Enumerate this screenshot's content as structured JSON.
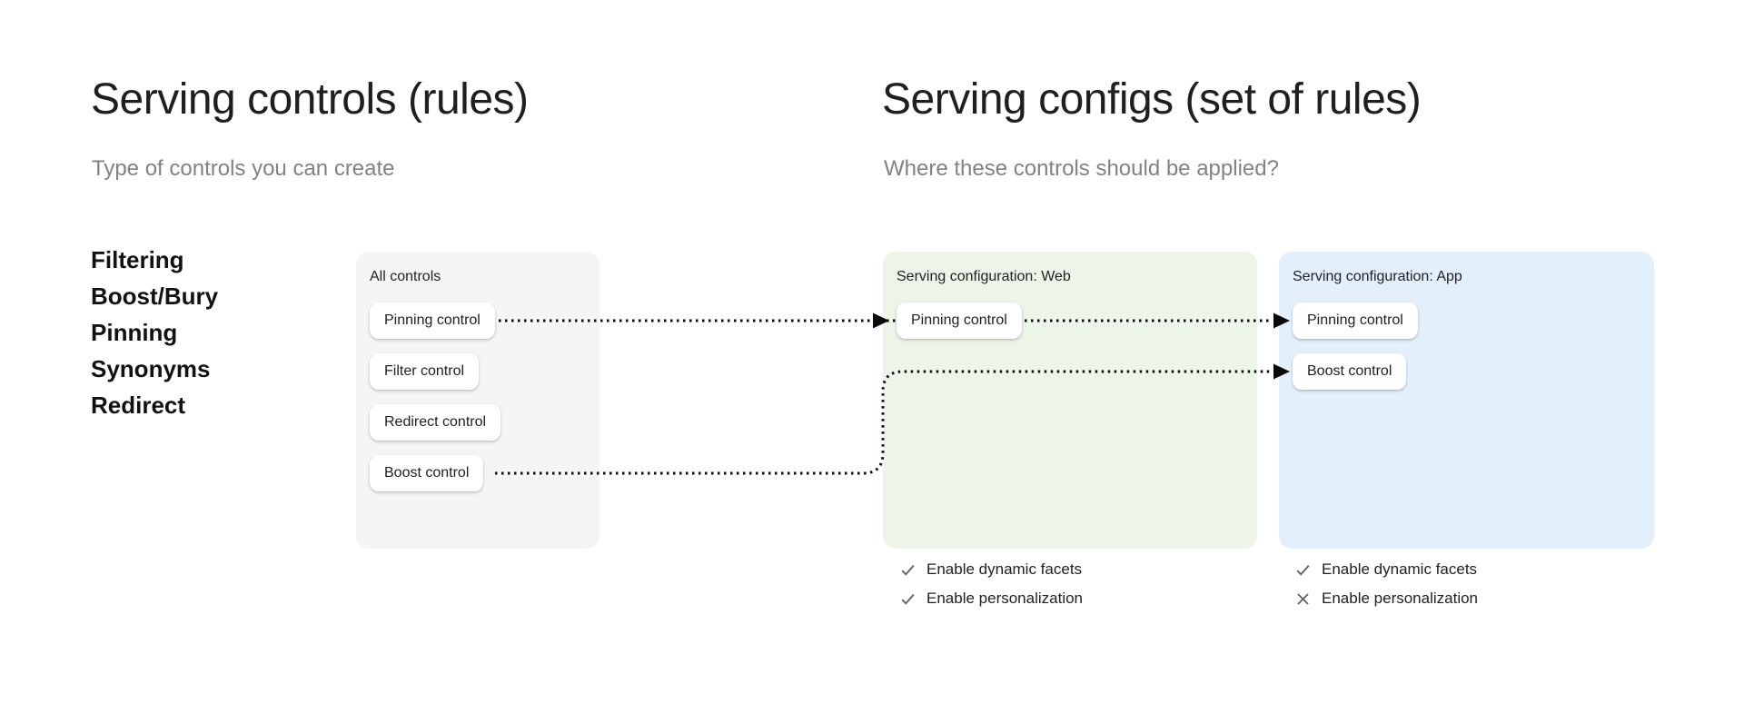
{
  "left_section": {
    "title": "Serving controls (rules)",
    "subtitle": "Type of controls you can create",
    "control_types": [
      "Filtering",
      "Boost/Bury",
      "Pinning",
      "Synonyms",
      "Redirect"
    ]
  },
  "right_section": {
    "title": "Serving configs (set of rules)",
    "subtitle": "Where these controls should be applied?"
  },
  "all_controls": {
    "label": "All controls",
    "buttons": [
      "Pinning control",
      "Filter control",
      "Redirect control",
      "Boost control"
    ]
  },
  "web_config": {
    "label": "Serving configuration: Web",
    "buttons": [
      "Pinning control"
    ],
    "features": [
      {
        "icon": "check",
        "label": "Enable dynamic facets"
      },
      {
        "icon": "check",
        "label": "Enable personalization"
      }
    ]
  },
  "app_config": {
    "label": "Serving configuration: App",
    "buttons": [
      "Pinning control",
      "Boost control"
    ],
    "features": [
      {
        "icon": "check",
        "label": "Enable dynamic facets"
      },
      {
        "icon": "cross",
        "label": "Enable personalization"
      }
    ]
  },
  "colors": {
    "all_controls_card_bg": "#f5f5f5",
    "web_card_bg": "#edf5e9",
    "app_card_bg": "#e3f0fc",
    "title_text": "#1f1f1f",
    "subtitle_text": "#808285",
    "chip_bg": "#ffffff",
    "icon_gray": "#5f6368",
    "arrow": "#0a0a0a"
  }
}
